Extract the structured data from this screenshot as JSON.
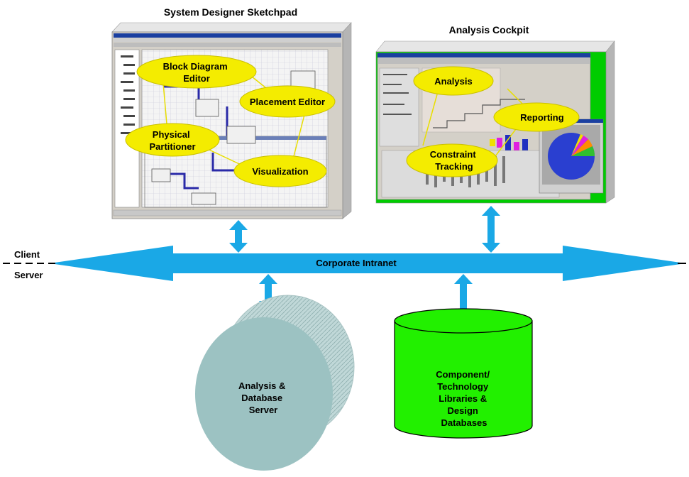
{
  "sketchpad": {
    "title": "System Designer Sketchpad",
    "bubbles": {
      "block_diagram": [
        "Block Diagram",
        "Editor"
      ],
      "placement": "Placement Editor",
      "partitioner": [
        "Physical",
        "Partitioner"
      ],
      "visualization": "Visualization"
    }
  },
  "cockpit": {
    "title": "Analysis Cockpit",
    "bubbles": {
      "analysis": "Analysis",
      "reporting": "Reporting",
      "constraint": [
        "Constraint",
        "Tracking"
      ]
    }
  },
  "intranet": {
    "label": "Corporate Intranet"
  },
  "tiers": {
    "client": "Client",
    "server": "Server"
  },
  "db_server": {
    "lines": [
      "Analysis &",
      "Database",
      "Server"
    ]
  },
  "libraries": {
    "lines": [
      "Component/",
      "Technology",
      "Libraries &",
      "Design",
      "Databases"
    ]
  },
  "colors": {
    "arrow": "#1aa8e6",
    "bubble": "#f4ec00",
    "cockpit_bg": "#00cc00",
    "cylinder": "#22f000",
    "server_disc": "#9cc2c2",
    "window_gray": "#c0c0c0",
    "block_frame": "#d6d6d6"
  }
}
